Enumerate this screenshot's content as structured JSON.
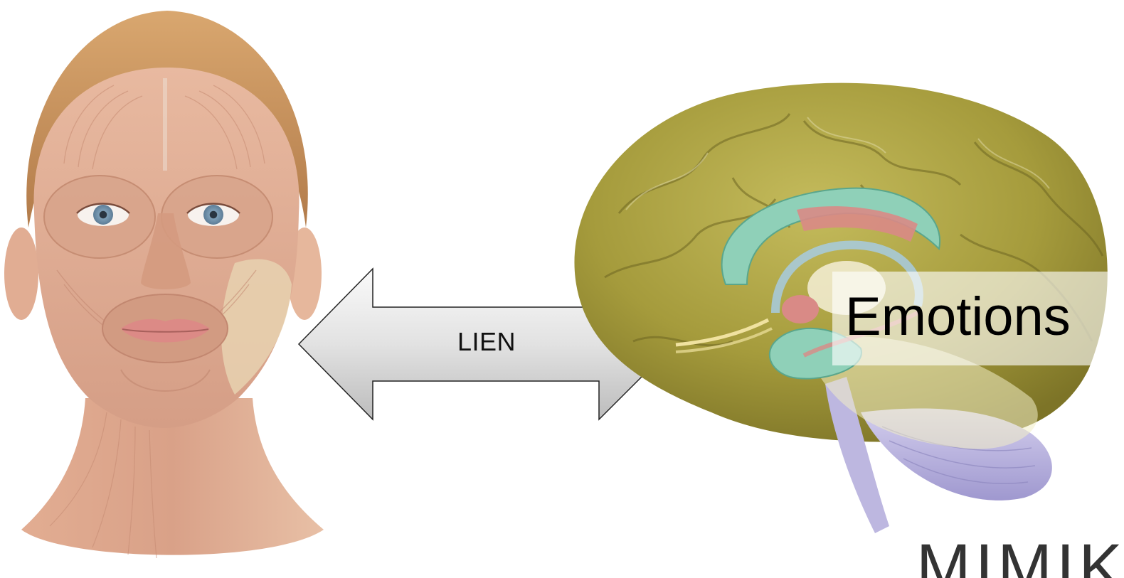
{
  "arrow": {
    "label": "LIEN"
  },
  "brain": {
    "caption": "Emotions"
  },
  "brand": {
    "text": "MIMIK"
  },
  "colors": {
    "brain_cortex": "#a59b3c",
    "limbic_green": "#8fd0b8",
    "limbic_red": "#d98a86",
    "cerebellum": "#b3addb",
    "arrow_fill": "#d8d8d8",
    "muscle": "#d6a089",
    "hair": "#c9955e"
  }
}
